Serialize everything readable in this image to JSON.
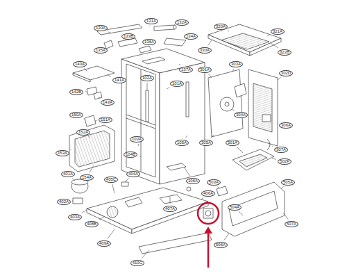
{
  "diagram": {
    "labels": [
      "130A",
      "131A",
      "132A",
      "133B",
      "134A",
      "135A",
      "136A",
      "137A",
      "320A",
      "321A",
      "322B",
      "330A",
      "140A",
      "141A",
      "142B",
      "143A",
      "150A",
      "151A",
      "152A",
      "153A",
      "154A",
      "101A",
      "102A",
      "103A",
      "104B",
      "105A",
      "106A",
      "301A",
      "302D",
      "303A",
      "304A",
      "305A",
      "306A",
      "307A",
      "401A",
      "402A",
      "403A",
      "404A",
      "405C",
      "406A",
      "407A",
      "408B",
      "409A",
      "410G",
      "501A",
      "502F",
      "503A",
      "504A",
      "505A",
      "506A",
      "507A"
    ]
  }
}
